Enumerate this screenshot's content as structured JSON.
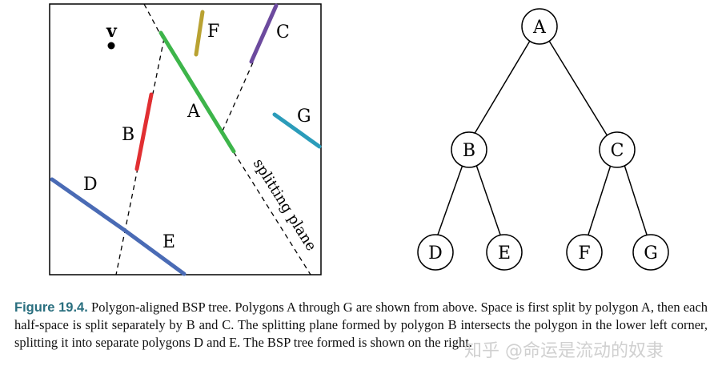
{
  "left_panel": {
    "polygons": [
      {
        "label": "A",
        "color": "#3db54a"
      },
      {
        "label": "B",
        "color": "#e12f32"
      },
      {
        "label": "C",
        "color": "#6c4a9e"
      },
      {
        "label": "D",
        "color": "#4a6bb5"
      },
      {
        "label": "E",
        "color": "#4a6bb5"
      },
      {
        "label": "F",
        "color": "#b9a232"
      },
      {
        "label": "G",
        "color": "#2b9cba"
      }
    ],
    "viewpoint_label": "v",
    "plane_label": "splitting plane"
  },
  "tree": {
    "nodes": [
      "A",
      "B",
      "C",
      "D",
      "E",
      "F",
      "G"
    ],
    "edges": [
      [
        "A",
        "B"
      ],
      [
        "A",
        "C"
      ],
      [
        "B",
        "D"
      ],
      [
        "B",
        "E"
      ],
      [
        "C",
        "F"
      ],
      [
        "C",
        "G"
      ]
    ]
  },
  "caption": {
    "label": "Figure 19.4.",
    "text": "Polygon-aligned BSP tree. Polygons A through G are shown from above. Space is first split by polygon A, then each half-space is split separately by B and C. The splitting plane formed by polygon B intersects the polygon in the lower left corner, splitting it into separate polygons D and E. The BSP tree formed is shown on the right."
  },
  "watermark": "知乎 @命运是流动的奴隶"
}
